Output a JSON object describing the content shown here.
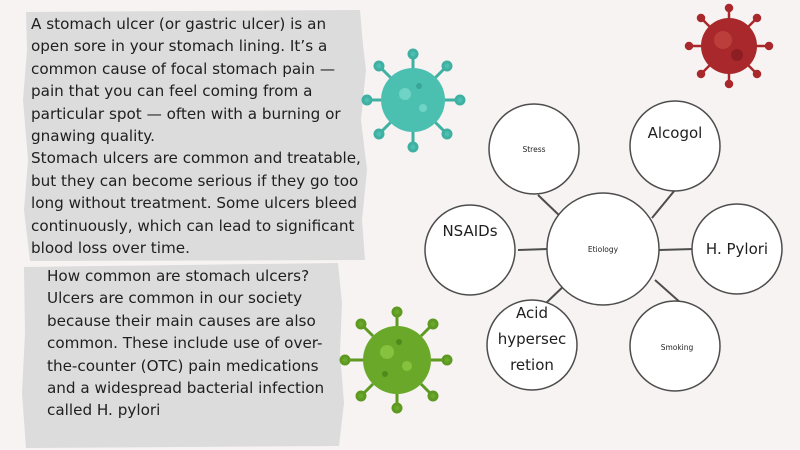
{
  "intro_text": "A stomach ulcer (or gastric ulcer) is an open sore in your stomach lining. It’s a common cause of focal stomach pain — pain that you can feel coming from a particular spot — often with a burning or gnawing quality.\nStomach ulcers are common and treatable, but they can become serious if they go too long without treatment. Some ulcers bleed continuously, which can lead to significant blood loss over time.",
  "common_text": "How common are stomach ulcers?\nUlcers are common in our society because their main causes are also common. These include use of over-the-counter (OTC) pain medications and a widespread bacterial infection called H. pylori",
  "diagram": {
    "center": "Etiology",
    "causes": [
      {
        "id": "stress",
        "label": "Stress"
      },
      {
        "id": "alcogol",
        "label": "Alcogol"
      },
      {
        "id": "nsaids",
        "label": "NSAIDs"
      },
      {
        "id": "h-pylori",
        "label": "H. Pylori"
      },
      {
        "id": "acid",
        "label": "Acid\nhypersec\nretion"
      },
      {
        "id": "smoking",
        "label": "Smoking"
      }
    ]
  },
  "colors": {
    "background": "#f7f3f2",
    "panel": "#dcdcdc",
    "node_stroke": "#4d4d4d",
    "virus_teal": "#4cc0b0",
    "virus_red": "#a8282c",
    "virus_green": "#6aa82a"
  },
  "icons": [
    "teal-virus-icon",
    "red-virus-icon",
    "green-virus-icon"
  ]
}
